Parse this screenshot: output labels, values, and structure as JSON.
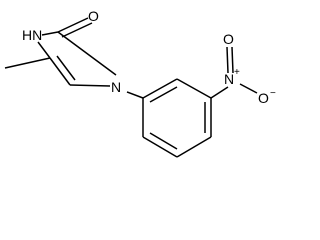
{
  "molecule": {
    "atoms": {
      "nh": "HN",
      "carbonyl_o": "O",
      "ring_n": "N",
      "nitro_n": "N",
      "nitro_n_charge": "+",
      "nitro_o_top": "O",
      "nitro_o_right": "O",
      "nitro_o_right_charge": "−"
    }
  },
  "colors": {
    "ink": "#000000",
    "background": "#ffffff"
  }
}
